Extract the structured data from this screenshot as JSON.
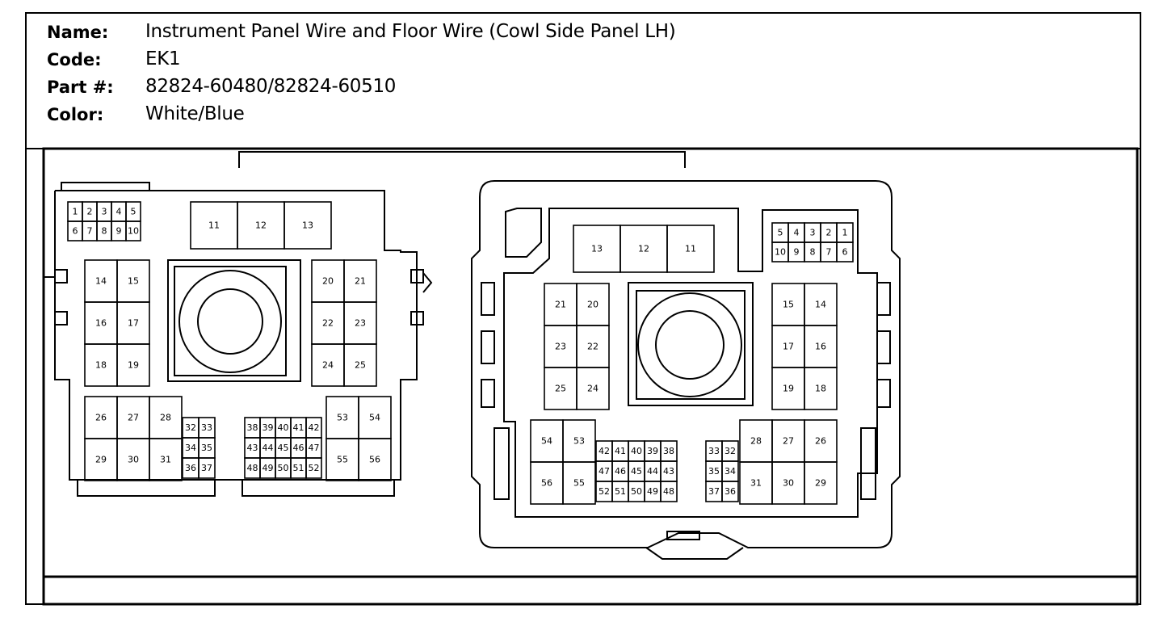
{
  "header": {
    "name_label": "Name:",
    "name_value": "Instrument Panel Wire and Floor Wire (Cowl Side Panel LH)",
    "code_label": "Code:",
    "code_value": "EK1",
    "part_label": "Part #:",
    "part_value": "82824-60480/82824-60510",
    "color_label": "Color:",
    "color_value": "White/Blue"
  },
  "left_connector": {
    "pins": [
      "1",
      "2",
      "3",
      "4",
      "5",
      "6",
      "7",
      "8",
      "9",
      "10",
      "11",
      "12",
      "13",
      "14",
      "15",
      "16",
      "17",
      "18",
      "19",
      "20",
      "21",
      "22",
      "23",
      "24",
      "25",
      "26",
      "27",
      "28",
      "29",
      "30",
      "31",
      "32",
      "33",
      "34",
      "35",
      "36",
      "37",
      "38",
      "39",
      "40",
      "41",
      "42",
      "43",
      "44",
      "45",
      "46",
      "47",
      "48",
      "49",
      "50",
      "51",
      "52",
      "53",
      "54",
      "55",
      "56"
    ]
  },
  "right_connector": {
    "pins": [
      "1",
      "2",
      "3",
      "4",
      "5",
      "6",
      "7",
      "8",
      "9",
      "10",
      "11",
      "12",
      "13",
      "14",
      "15",
      "16",
      "17",
      "18",
      "19",
      "20",
      "21",
      "22",
      "23",
      "24",
      "25",
      "26",
      "27",
      "28",
      "29",
      "30",
      "31",
      "32",
      "33",
      "34",
      "35",
      "36",
      "37",
      "38",
      "39",
      "40",
      "41",
      "42",
      "43",
      "44",
      "45",
      "46",
      "47",
      "48",
      "49",
      "50",
      "51",
      "52",
      "53",
      "54",
      "55",
      "56"
    ]
  }
}
